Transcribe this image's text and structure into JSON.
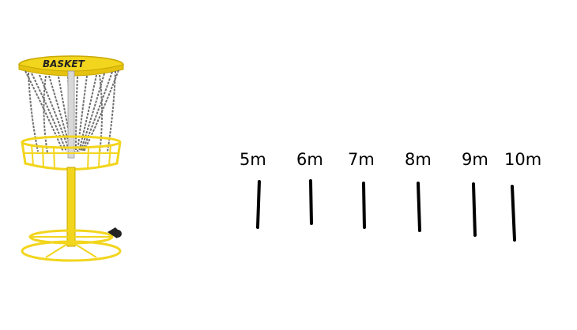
{
  "basket": {
    "brand_text": "BASKET",
    "color": "#f2d51d",
    "chain_color": "#6f6f6f"
  },
  "distances": [
    {
      "label": "5m"
    },
    {
      "label": "6m"
    },
    {
      "label": "7m"
    },
    {
      "label": "8m"
    },
    {
      "label": "9m"
    },
    {
      "label": "10m"
    }
  ],
  "marker_color": "#000000"
}
